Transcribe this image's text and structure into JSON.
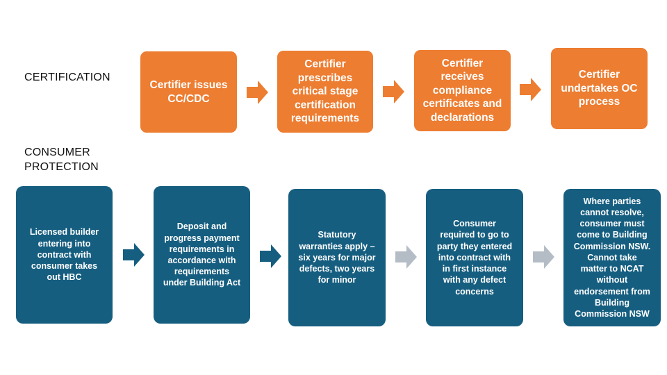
{
  "labels": {
    "certification": "CERTIFICATION",
    "consumer_protection_line1": "CONSUMER",
    "consumer_protection_line2": "PROTECTION"
  },
  "certification_steps": [
    {
      "lines": [
        "Certifier issues",
        "CC/CDC"
      ]
    },
    {
      "lines": [
        "Certifier",
        "prescribes",
        "critical stage",
        "certification",
        "requirements"
      ]
    },
    {
      "lines": [
        "Certifier",
        "receives",
        "compliance",
        "certificates and",
        "declarations"
      ]
    },
    {
      "lines": [
        "Certifier",
        "undertakes OC",
        "process"
      ]
    }
  ],
  "consumer_steps": [
    {
      "lines": [
        "Licensed builder",
        "entering into",
        "contract with",
        "consumer takes",
        "out HBC"
      ]
    },
    {
      "lines": [
        "Deposit and",
        "progress payment",
        "requirements in",
        "accordance with",
        "requirements",
        "under Building Act"
      ]
    },
    {
      "lines": [
        "Statutory",
        "warranties apply –",
        "six years for major",
        "defects, two years",
        "for minor"
      ]
    },
    {
      "lines": [
        "Consumer",
        "required to go to",
        "party they entered",
        "into contract with",
        "in first instance",
        "with any defect",
        "concerns"
      ]
    },
    {
      "lines": [
        "Where parties",
        "cannot resolve,",
        "consumer must",
        "come to Building",
        "Commission NSW.",
        "Cannot take",
        "matter to NCAT",
        "without",
        "endorsement from",
        "Building",
        "Commission NSW"
      ]
    }
  ],
  "colors": {
    "orange": "#ED7D31",
    "blue": "#165E80",
    "gray_arrow": "#B4BDC6"
  }
}
